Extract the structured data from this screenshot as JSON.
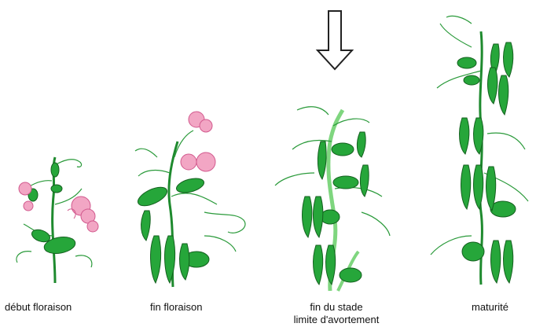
{
  "colors": {
    "stem": "#1e8a2e",
    "pale_stem": "#7fd67f",
    "leaf": "#26a63a",
    "leaf_edge": "#14601f",
    "flower": "#f2a6c4",
    "flower_edge": "#d25a8e",
    "tendril": "#2a9a3a",
    "arrow": "#222222"
  },
  "arrow_icon": "down-arrow-icon",
  "stages": [
    {
      "id": "debut-floraison",
      "label": "début floraison"
    },
    {
      "id": "fin-floraison",
      "label": "fin floraison"
    },
    {
      "id": "fin-stade",
      "label_line1": "fin du stade",
      "label_line2": "limite d'avortement"
    },
    {
      "id": "maturite",
      "label": "maturité"
    }
  ]
}
